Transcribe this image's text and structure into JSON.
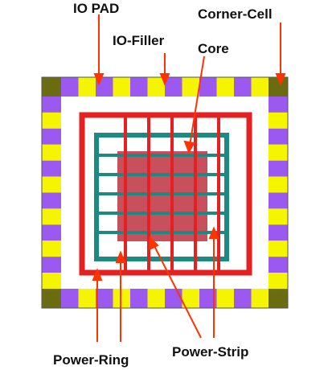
{
  "labels": {
    "io_pad": "IO PAD",
    "corner_cell": "Corner-Cell",
    "io_filler": "IO-Filler",
    "core": "Core",
    "power_ring": "Power-Ring",
    "power_strip": "Power-Strip"
  },
  "colors": {
    "corner_cell": "#6b6b10",
    "io_pad": "#f5f500",
    "io_filler": "#9b59f0",
    "power_ring_outer": "#e52020",
    "power_ring_inner": "#1a8a82",
    "power_strip": "#e52020",
    "core_fill": "#c8505c",
    "arrow": "#ff3300"
  },
  "io_ring": {
    "side_slots": 12
  },
  "power_strip_count": 5,
  "inner_grid_lines": 5
}
